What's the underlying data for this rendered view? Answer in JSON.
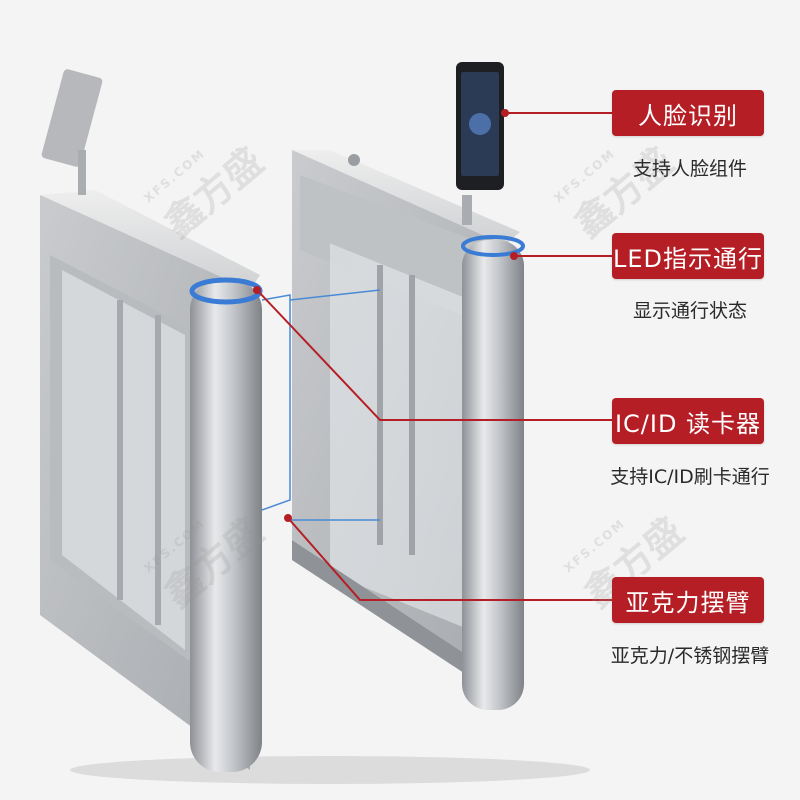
{
  "callouts": [
    {
      "title": "人脸识别",
      "subtitle": "支持人脸组件"
    },
    {
      "title": "LED指示通行",
      "subtitle": "显示通行状态"
    },
    {
      "title": "IC/ID 读卡器",
      "subtitle": "支持IC/ID刷卡通行"
    },
    {
      "title": "亚克力摆臂",
      "subtitle": "亚克力/不锈钢摆臂"
    }
  ],
  "watermark": {
    "text": "鑫方盛",
    "domain": "XFS.COM"
  },
  "colors": {
    "accent": "#b51e25",
    "led": "#3a7bd5",
    "steel": "#b9bcc0"
  }
}
